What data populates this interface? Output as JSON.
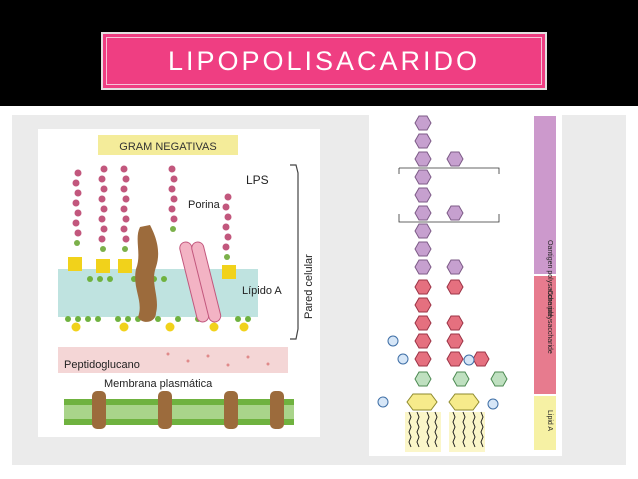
{
  "slide": {
    "title": "LIPOPOLISACARIDO"
  },
  "left_figure": {
    "header": "GRAM NEGATIVAS",
    "labels": {
      "lps": "LPS",
      "porina": "Porina",
      "lipido_a": "Lípido A",
      "pared_celular": "Pared celular",
      "peptidoglucano": "Peptidoglucano",
      "membrana": "Membrana plasmática"
    }
  },
  "right_figure": {
    "bands": {
      "o_antigen": "Oantigen polysaccharide",
      "core": "Core polysaccharide",
      "lipid_a": "Lipid A"
    },
    "band_colors": {
      "o_antigen": "#cc99cc",
      "core": "#e77b8e",
      "lipid_a": "#f6f1a4"
    }
  },
  "colors": {
    "title_bg": "#ef3e82",
    "header_bg": "#000000",
    "panel_bg": "#ebebeb"
  }
}
